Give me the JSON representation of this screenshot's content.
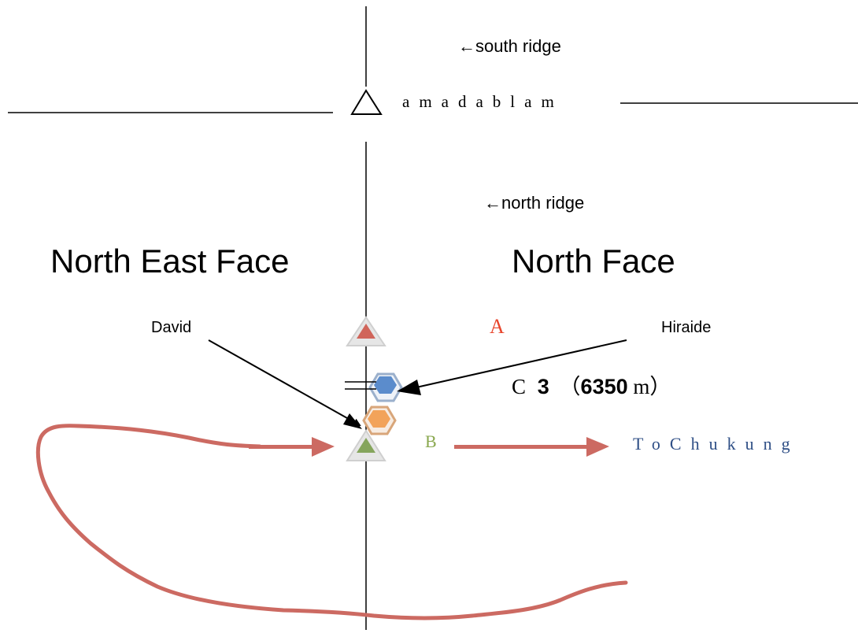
{
  "summit": {
    "name": "amadablam",
    "icon": "triangle-outline-icon"
  },
  "ridges": {
    "south": "←south ridge",
    "north": "←north ridge"
  },
  "faces": {
    "north_east": "North East Face",
    "north": "North Face"
  },
  "climbers": {
    "david": "David",
    "hiraide": "Hiraide"
  },
  "points": {
    "a": {
      "label": "A",
      "color": "#e8452c",
      "icon": "red-triangle-icon"
    },
    "b": {
      "label": "B",
      "color": "#8aa84f",
      "icon": "green-triangle-icon"
    }
  },
  "camp": {
    "label": "C",
    "number": "3",
    "altitude_open": "（",
    "altitude": "6350",
    "unit": "m）"
  },
  "destination": {
    "label": "ToChukung",
    "color": "#2f4f86"
  },
  "colors": {
    "route": "#cc6a62",
    "hexagon_blue": "#5b8ccc",
    "hexagon_orange": "#f2a35a",
    "triangle_red": "#d0655a",
    "triangle_green": "#85a55c"
  }
}
